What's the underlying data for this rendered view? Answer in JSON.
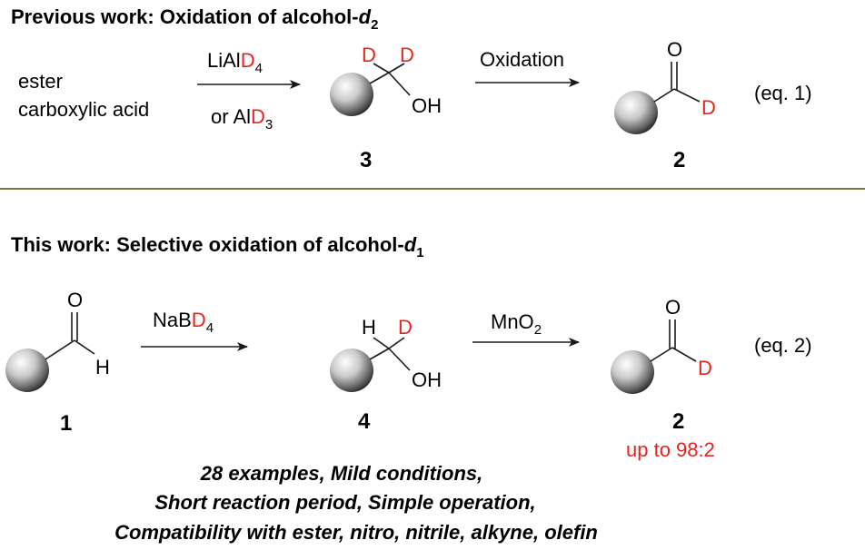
{
  "colors": {
    "accent_red": "#e8231e",
    "divider": "#7a7a3a",
    "ink": "#1a1a1a"
  },
  "previous": {
    "title_prefix": "Previous work: Oxidation of alcohol-",
    "title_italic": "d",
    "title_sub": "2",
    "substrates": [
      "ester",
      "carboxylic acid"
    ],
    "reagent1": {
      "a": "LiAl",
      "b": "D",
      "c": "4"
    },
    "reagent2": {
      "a": "or Al",
      "b": "D",
      "c": "3"
    },
    "step2_label": "Oxidation",
    "compound_intermediate": "3",
    "compound_product": "2",
    "equation": "(eq. 1)"
  },
  "current": {
    "title_prefix": "This work: Selective oxidation of alcohol-",
    "title_italic": "d",
    "title_sub": "1",
    "reagent1": {
      "a": "NaB",
      "b": "D",
      "c": "4"
    },
    "reagent2": {
      "a": "MnO",
      "b": "2"
    },
    "compound_start": "1",
    "compound_intermediate": "4",
    "compound_product": "2",
    "ratio": "up to 98:2",
    "equation": "(eq. 2)"
  },
  "atoms": {
    "D": "D",
    "H": "H",
    "O": "O",
    "OH": "OH"
  },
  "summary_lines": [
    "28 examples, Mild conditions,",
    "Short reaction period, Simple operation,",
    "Compatibility with ester, nitro, nitrile, alkyne, olefin"
  ]
}
